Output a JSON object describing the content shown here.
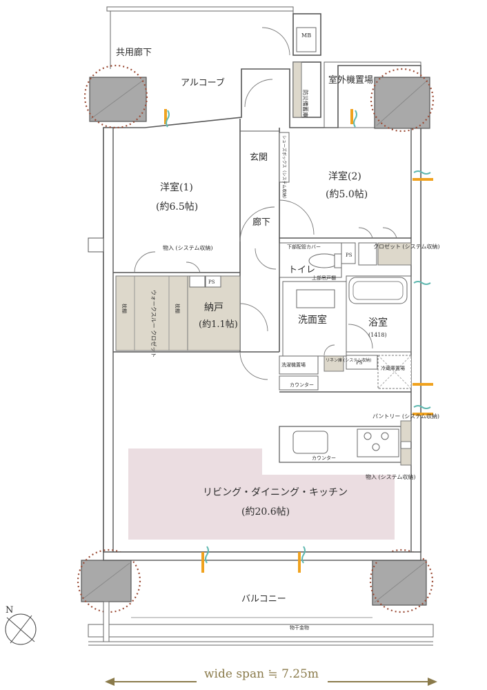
{
  "labels": {
    "common_corridor": "共用廊下",
    "alcove": "アルコーブ",
    "mb": "MB",
    "disaster_storage": "防災備蓄庫",
    "outdoor_unit": "室外機置場",
    "entrance": "玄関",
    "shoe_box": "シューズボックス（システム収納）",
    "corridor": "廊下",
    "western_room_1": "洋室(1)",
    "western_room_1_size": "(約6.5帖)",
    "western_room_2": "洋室(2)",
    "western_room_2_size": "(約5.0帖)",
    "storage_system": "物入\n(システム収納)",
    "closet_system": "クロゼット\n(システム収納)",
    "piping_cover": "下部配管カバー",
    "toilet": "トイレ",
    "upper_shelf": "上部吊戸棚",
    "ps": "PS",
    "walk_through_closet": "ウォークスルー クロゼット",
    "pillow_shelf": "枕棚",
    "closet_storage": "納戸",
    "closet_storage_size": "(約1.1帖)",
    "washroom": "洗面室",
    "bathroom": "浴室",
    "bathroom_size": "(1418)",
    "washer_space": "洗濯機置場",
    "linen_shelf": "リネン庫\n(システム収納)",
    "counter": "カウンター",
    "fridge_space": "冷蔵庫置場",
    "pantry": "パントリー\n(システム収納)",
    "ldk": "リビング・ダイニング・キッチン",
    "ldk_size": "(約20.6帖)",
    "balcony": "バルコニー",
    "clothes_hanger": "物干金物",
    "wide_span": "wide span ≒ 7.25m",
    "compass_n": "N"
  },
  "colors": {
    "ldk_highlight": "#ebdde1",
    "storage_fill": "#ddd8cb",
    "column_fill": "#a9a9a9",
    "circle_dots": "#9a4a34",
    "span_text": "#8a7a4a",
    "window_orange": "#f0a21e",
    "window_teal": "#5fb8b0"
  }
}
